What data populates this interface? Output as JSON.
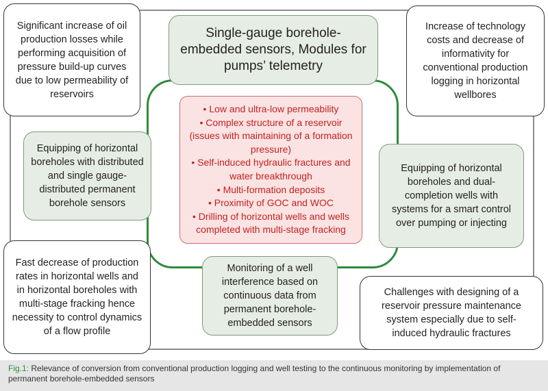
{
  "top_left": "Significant increase of oil production losses while performing acquisition of pressure build-up curves due to low permeability of reservoirs",
  "top_center": "Single-gauge borehole-embedded sensors, Modules for pumps’ telemetry",
  "top_right": "Increase of technology costs and decrease of informativity for conventional production logging in horizontal wellbores",
  "mid_left": "Equipping of horizontal boreholes with distributed and single gauge-distributed permanent borehole sensors",
  "mid_right": "Equipping of horizontal boreholes and dual-completion wells with systems for a smart control over pumping or injecting",
  "center_items": [
    "• Low and ultra-low permeability",
    "• Complex structure of a reservoir (issues with maintaining of a formation pressure)",
    "• Self-induced hydraulic fractures and water breakthrough",
    "• Multi-formation deposits",
    "• Proximity of GOC and WOC",
    "• Drilling of horizontal wells and wells completed with multi-stage fracking"
  ],
  "bottom_left": "Fast decrease of production rates in horizontal wells and in horizontal boreholes with multi-stage fracking hence necessity to control dynamics of a flow profile",
  "bottom_center": "Monitoring of a well interference based on continuous data from permanent borehole-embedded sensors",
  "bottom_right": "Challenges with designing of a reservoir pressure maintenance system especially due to self-induced hydraulic fractures",
  "caption": {
    "fig_label": "Fig.1:",
    "text": " Relevance of conversion from conventional production logging and well testing to the continuous monitoring by implementation of permanent borehole-embedded sensors"
  },
  "colors": {
    "accent_green": "#2f8a3c",
    "red_text": "#c42020",
    "green_fill": "#e6ede4",
    "red_fill": "#fbe3e3"
  }
}
